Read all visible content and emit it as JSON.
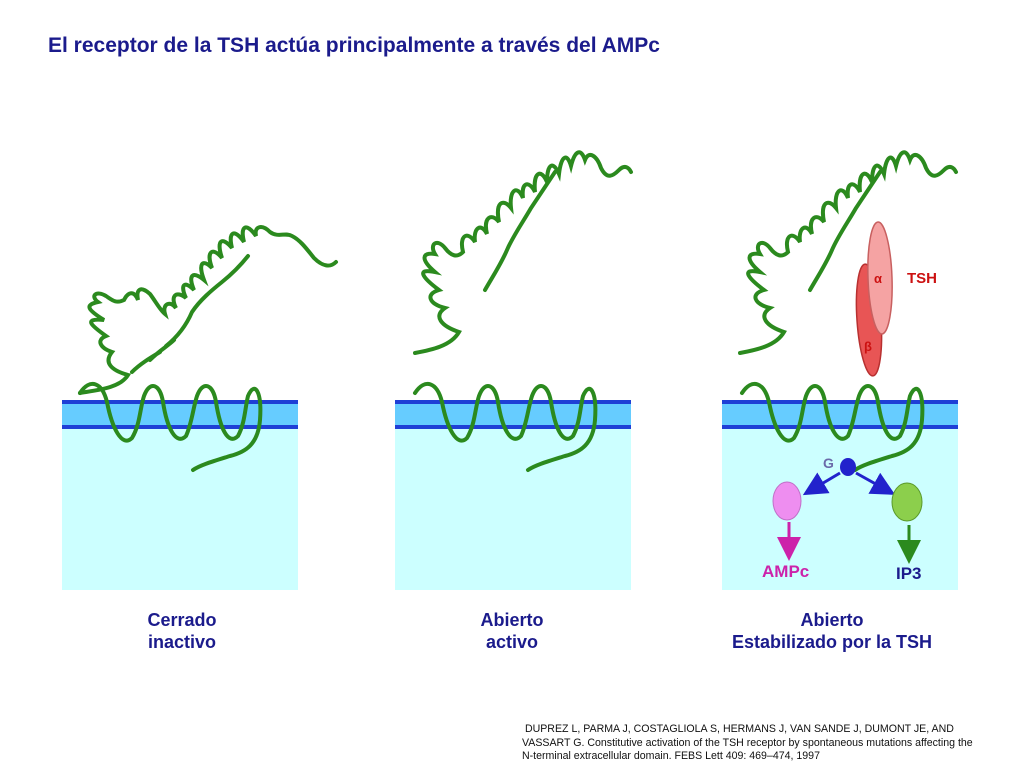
{
  "title": "El receptor de la TSH actúa principalmente a través del AMPc",
  "panels": [
    {
      "caption_line1": "Cerrado",
      "caption_line2": "inactivo"
    },
    {
      "caption_line1": "Abierto",
      "caption_line2": "activo"
    },
    {
      "caption_line1": "Abierto",
      "caption_line2": "Estabilizado por la TSH"
    }
  ],
  "labels": {
    "tsh": "TSH",
    "alpha": "α",
    "beta": "β",
    "g_protein": "G",
    "ampc": "AMPc",
    "ip3": "IP3"
  },
  "reference": {
    "line1": " DUPREZ L, PARMA J, COSTAGLIOLA S, HERMANS J, VAN SANDE J, DUMONT JE, AND",
    "line2": "VASSART G. Constitutive activation of the TSH receptor by spontaneous mutations affecting the",
    "line3": "N-terminal extracellular domain. FEBS Lett 409: 469–474, 1997"
  },
  "colors": {
    "title": "#1b1b8c",
    "membrane_line": "#1f3fd6",
    "membrane_band": "#66ccff",
    "cytoplasm": "#ccffff",
    "receptor": "#2b8a1e",
    "tsh_alpha": "#f5a3a3",
    "tsh_beta": "#e85555",
    "tsh_label": "#cc1111",
    "g_protein": "#2222cc",
    "ampc_effector": "#ee8ef0",
    "ampc_arrow": "#cc22aa",
    "ip3_effector": "#8ccf4c",
    "ip3_arrow": "#2b8a1e"
  }
}
